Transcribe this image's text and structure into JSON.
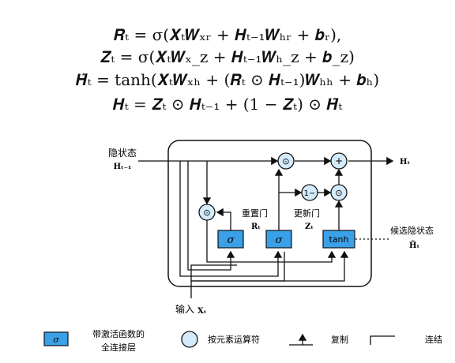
{
  "equations": [
    "𝑹ₜ = σ(𝑿ₜ𝑾ₓᵣ + 𝑯ₜ₋₁𝑾ₕᵣ + 𝒃ᵣ),",
    "𝒁ₜ = σ(𝑿ₜ𝑾ₓ_z + 𝑯ₜ₋₁𝑾ₕ_z + 𝒃_z)",
    "𝑯̃ₜ = tanh(𝑿ₜ𝑾ₓₕ + (𝑹ₜ ⊙ 𝑯ₜ₋₁)𝑾ₕₕ + 𝒃ₕ)",
    "𝑯ₜ = 𝒁ₜ ⊙ 𝑯ₜ₋₁ + (1 − 𝒁ₜ) ⊙ 𝑯̃ₜ"
  ],
  "diagram": {
    "hidden_state_label": "隐状态",
    "hidden_state_var": "Hₜ₋₁",
    "output_var": "Hₜ",
    "reset_gate_label": "重置门",
    "reset_gate_var": "Rₜ",
    "update_gate_label": "更新门",
    "update_gate_var": "Zₜ",
    "candidate_label": "候选隐状态",
    "candidate_var": "H̃ₜ",
    "input_label": "输入",
    "input_var": "Xₜ",
    "sigma": "σ",
    "tanh": "tanh",
    "one_minus": "1−",
    "odot": "⊙",
    "plus": "+"
  },
  "legend": {
    "fc_layer_line1": "带激活函数的",
    "fc_layer_line2": "全连接层",
    "fc_symbol": "σ",
    "elementwise": "按元素运算符",
    "copy": "复制",
    "concat": "连结"
  },
  "colors": {
    "box_fill": "#3aa0e8",
    "op_fill": "#d3ebfb",
    "op_stroke": "#1b1b1b"
  }
}
